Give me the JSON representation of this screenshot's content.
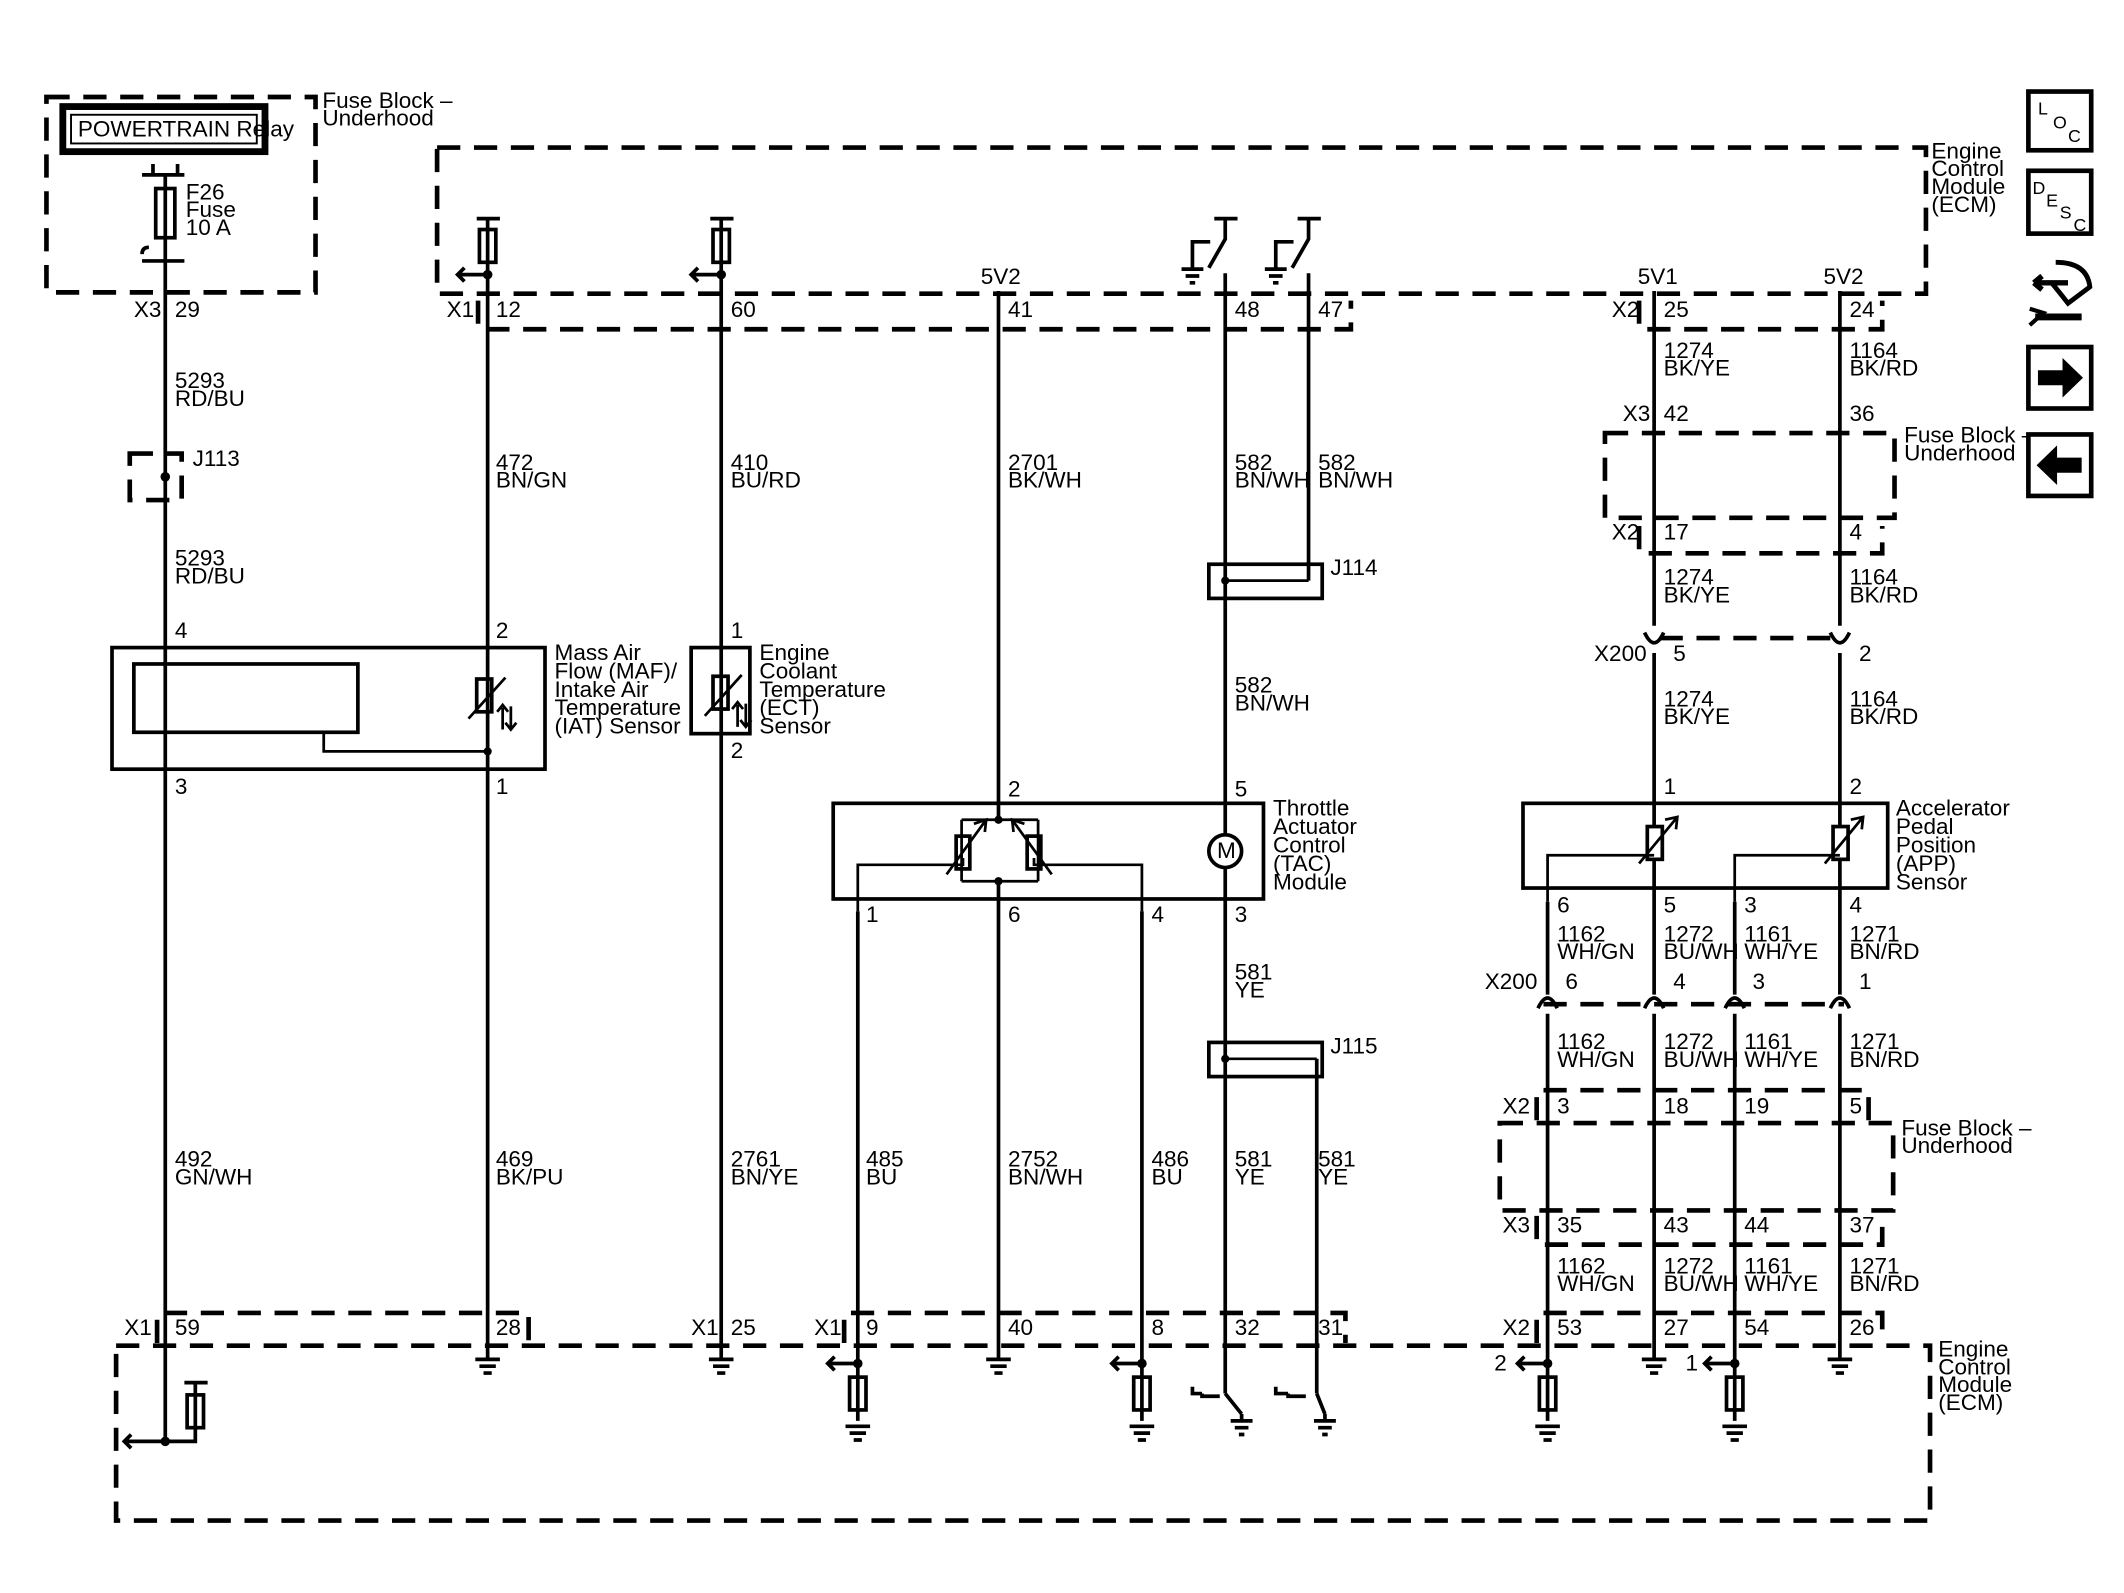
{
  "components": {
    "relay": "POWERTRAIN Relay",
    "fuse_id": "F26",
    "fuse_word": "Fuse",
    "fuse_rating": "10 A",
    "fuse_block_top": [
      "Fuse Block –",
      "Underhood"
    ],
    "ecm_top": [
      "Engine",
      "Control",
      "Module",
      "(ECM)"
    ],
    "ecm_bottom": [
      "Engine",
      "Control",
      "Module",
      "(ECM)"
    ],
    "fuse_block_right1": [
      "Fuse Block –",
      "Underhood"
    ],
    "fuse_block_right2": [
      "Fuse Block –",
      "Underhood"
    ],
    "maf": [
      "Mass Air",
      "Flow (MAF)/",
      "Intake Air",
      "Temperature",
      "(IAT) Sensor"
    ],
    "ect": [
      "Engine",
      "Coolant",
      "Temperature",
      "(ECT)",
      "Sensor"
    ],
    "tac": [
      "Throttle",
      "Actuator",
      "Control",
      "(TAC)",
      "Module"
    ],
    "app": [
      "Accelerator",
      "Pedal",
      "Position",
      "(APP)",
      "Sensor"
    ],
    "motor": "M"
  },
  "references": {
    "5v2_top": "5V2",
    "5v1": "5V1",
    "5v2_right": "5V2"
  },
  "connectors": {
    "x3": "X3",
    "x1a": "X1",
    "x2a": "X2",
    "x3b": "X3",
    "x2b": "X2",
    "x200a": "X200",
    "x200b": "X200",
    "x2c": "X2",
    "x3c": "X3",
    "x1b": "X1",
    "x1c": "X1",
    "x1d": "X1",
    "x2d": "X2",
    "j113": "J113",
    "j114": "J114",
    "j115": "J115"
  },
  "pins": {
    "p29": "29",
    "p12": "12",
    "p60": "60",
    "p41": "41",
    "p48": "48",
    "p47": "47",
    "p25": "25",
    "p24": "24",
    "p42": "42",
    "p36": "36",
    "p17": "17",
    "p4a": "4",
    "p5": "5",
    "p2": "2",
    "maf4": "4",
    "maf2": "2",
    "maf3": "3",
    "maf1": "1",
    "ect1": "1",
    "ect2": "2",
    "tac2": "2",
    "tac5": "5",
    "tac1": "1",
    "tac6": "6",
    "tac4": "4",
    "tac3": "3",
    "app1": "1",
    "app2": "2",
    "app6": "6",
    "app5": "5",
    "app3": "3",
    "app4": "4",
    "x200b6": "6",
    "x200b4": "4",
    "x200b3": "3",
    "x200b1": "1",
    "fb3": "3",
    "fb18": "18",
    "fb19": "19",
    "fb5": "5",
    "fb35": "35",
    "fb43": "43",
    "fb44": "44",
    "fb37": "37",
    "e59": "59",
    "e28": "28",
    "e25": "25",
    "e9": "9",
    "e40": "40",
    "e8": "8",
    "e32": "32",
    "e31": "31",
    "e53": "53",
    "e27": "27",
    "e54": "54",
    "e26": "26",
    "ref2": "2",
    "ref1": "1"
  },
  "wires": {
    "w5293a": [
      "5293",
      "RD/BU"
    ],
    "w5293b": [
      "5293",
      "RD/BU"
    ],
    "w472": [
      "472",
      "BN/GN"
    ],
    "w410": [
      "410",
      "BU/RD"
    ],
    "w2701": [
      "2701",
      "BK/WH"
    ],
    "w582a": [
      "582",
      "BN/WH"
    ],
    "w582b": [
      "582",
      "BN/WH"
    ],
    "w582c": [
      "582",
      "BN/WH"
    ],
    "w1274a": [
      "1274",
      "BK/YE"
    ],
    "w1164a": [
      "1164",
      "BK/RD"
    ],
    "w1274b": [
      "1274",
      "BK/YE"
    ],
    "w1164b": [
      "1164",
      "BK/RD"
    ],
    "w1274c": [
      "1274",
      "BK/YE"
    ],
    "w1164c": [
      "1164",
      "BK/RD"
    ],
    "w581a": [
      "581",
      "YE"
    ],
    "w581b": [
      "581",
      "YE"
    ],
    "w581c": [
      "581",
      "YE"
    ],
    "w492": [
      "492",
      "GN/WH"
    ],
    "w469": [
      "469",
      "BK/PU"
    ],
    "w2761": [
      "2761",
      "BN/YE"
    ],
    "w485": [
      "485",
      "BU"
    ],
    "w2752": [
      "2752",
      "BN/WH"
    ],
    "w486": [
      "486",
      "BU"
    ],
    "w1162a": [
      "1162",
      "WH/GN"
    ],
    "w1272a": [
      "1272",
      "BU/WH"
    ],
    "w1161a": [
      "1161",
      "WH/YE"
    ],
    "w1271a": [
      "1271",
      "BN/RD"
    ],
    "w1162b": [
      "1162",
      "WH/GN"
    ],
    "w1272b": [
      "1272",
      "BU/WH"
    ],
    "w1161b": [
      "1161",
      "WH/YE"
    ],
    "w1271b": [
      "1271",
      "BN/RD"
    ],
    "w1162c": [
      "1162",
      "WH/GN"
    ],
    "w1272c": [
      "1272",
      "BU/WH"
    ],
    "w1161c": [
      "1161",
      "WH/YE"
    ],
    "w1271c": [
      "1271",
      "BN/RD"
    ]
  },
  "sidebar": {
    "loc": [
      "L",
      "O",
      "C"
    ],
    "desc": [
      "D",
      "E",
      "S",
      "C"
    ]
  }
}
